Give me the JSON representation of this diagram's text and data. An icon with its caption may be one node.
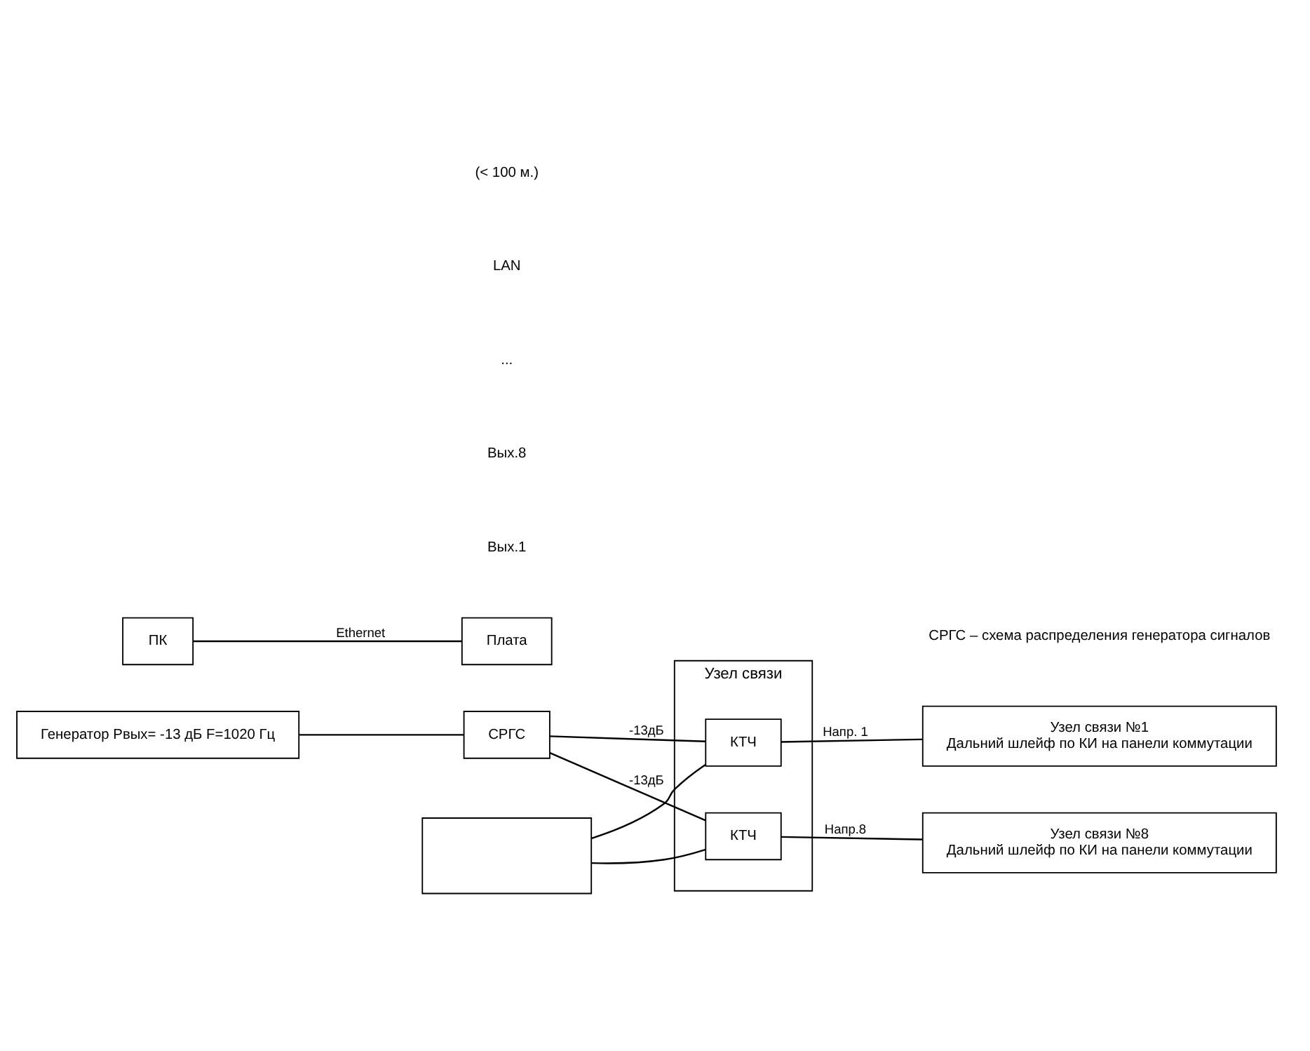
{
  "diagram": {
    "nodes": [
      {
        "text": [
          "Генератор Рвых= -13 дБ F=1020 Гц"
        ]
      },
      {
        "text": [
          "СРГС"
        ]
      },
      {
        "text": [
          "Узел связи"
        ]
      },
      {
        "text": [
          "КТЧ"
        ],
        "in": 2
      },
      {
        "text": [
          "КТЧ"
        ],
        "in": 2
      },
      {
        "text": [
          "Узел связи №1",
          "Дальний шлейф по КИ на панели коммутации"
        ]
      },
      {
        "text": [
          "Узел связи №8",
          "Дальний шлейф по КИ на панели коммутации"
        ]
      },
      {
        "text": [],
        "shape": "box"
      },
      {
        "text": [
          "Плата"
        ]
      },
      {
        "text": [
          "ПК"
        ]
      }
    ],
    "edges": [
      {
        "from": 0,
        "to": 1,
        "arrow": "none"
      },
      {
        "from": 1,
        "to": 3,
        "arrow": "none",
        "label": "-13дБ"
      },
      {
        "from": 1,
        "to": 4,
        "arrow": "none",
        "label": "-13дБ"
      },
      {
        "from": 3,
        "to": 5,
        "arrow": "none",
        "label": "Напр. 1"
      },
      {
        "from": 4,
        "to": 6,
        "arrow": "none",
        "label": "Напр.8"
      },
      {
        "from": 7,
        "to": 3,
        "arrow": "none"
      },
      {
        "from": 7,
        "to": 4,
        "arrow": "none"
      },
      {
        "from": 9,
        "to": 8,
        "arrow": "none",
        "label": "Ethernet"
      }
    ],
    "labels": [
      "Вых.1",
      "Вых.8",
      "...",
      "LAN",
      "(< 100 м.)",
      "СРГС – схема распределения генератора сигналов"
    ]
  }
}
